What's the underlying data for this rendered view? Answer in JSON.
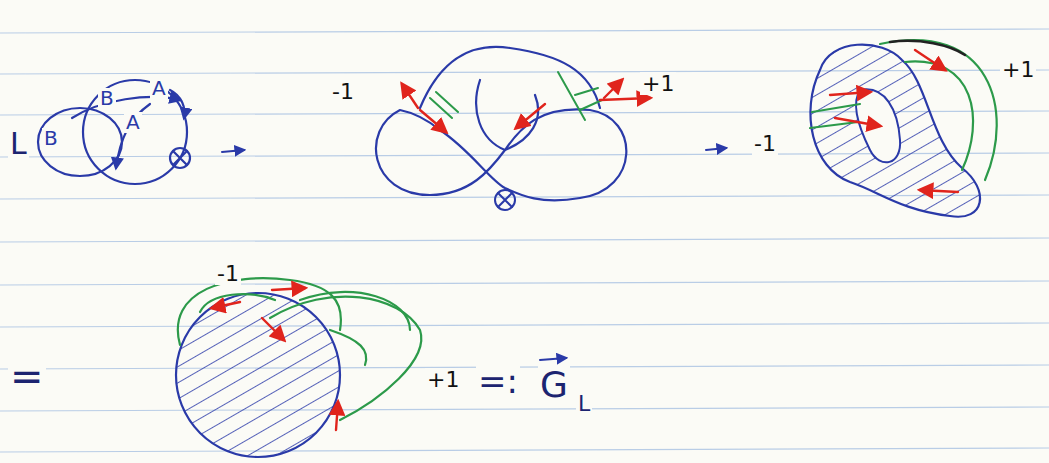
{
  "diagram": {
    "labels": [
      "L",
      "B",
      "B",
      "A",
      "A",
      "-1",
      "+1",
      "-1",
      "+1",
      "=",
      "-1",
      "+1",
      "=:",
      "G",
      "L"
    ]
  }
}
